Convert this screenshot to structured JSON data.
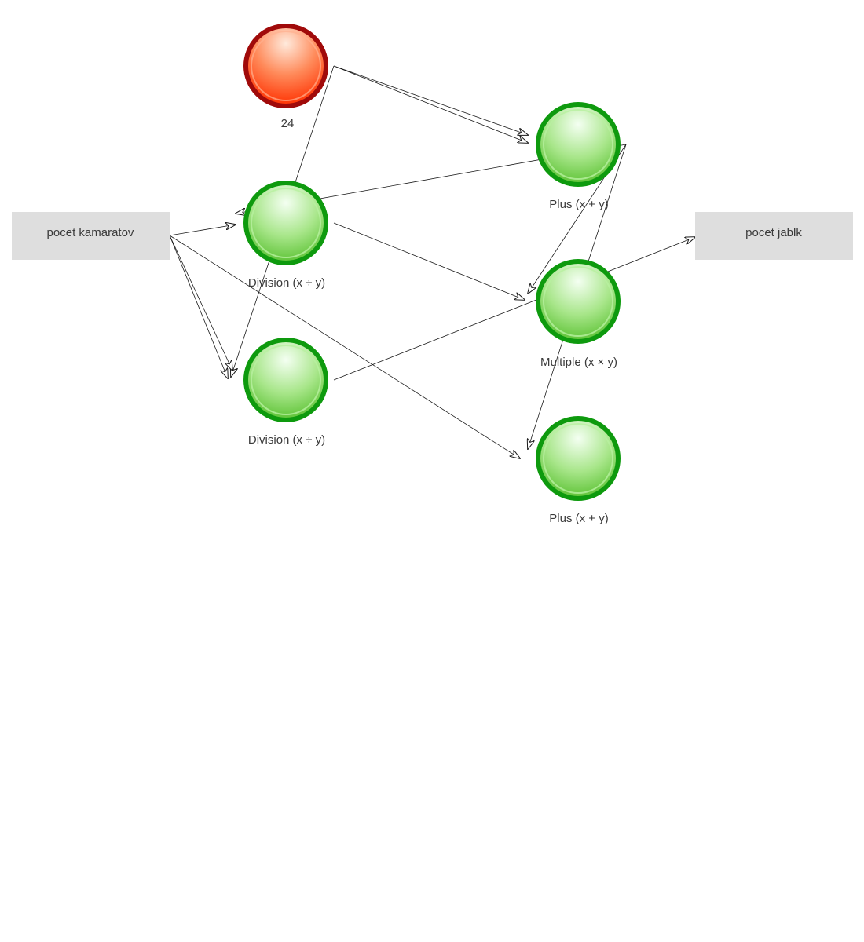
{
  "diagram": {
    "nodes": [
      {
        "id": "in_kamaratov",
        "kind": "io",
        "label": "pocet kamaratov"
      },
      {
        "id": "out_jablk",
        "kind": "io",
        "label": "pocet jablk"
      },
      {
        "id": "const_24",
        "kind": "constant",
        "label": "24"
      },
      {
        "id": "div1",
        "kind": "operation",
        "label": "Division (x ÷ y)"
      },
      {
        "id": "div2",
        "kind": "operation",
        "label": "Division (x ÷ y)"
      },
      {
        "id": "plus1",
        "kind": "operation",
        "label": "Plus (x + y)"
      },
      {
        "id": "mult1",
        "kind": "operation",
        "label": "Multiple (x × y)"
      },
      {
        "id": "plus2",
        "kind": "operation",
        "label": "Plus (x + y)"
      }
    ],
    "edges": [
      {
        "from": "const_24",
        "to": "plus1"
      },
      {
        "from": "const_24",
        "to": "plus1"
      },
      {
        "from": "const_24",
        "to": "div2"
      },
      {
        "from": "in_kamaratov",
        "to": "div1"
      },
      {
        "from": "in_kamaratov",
        "to": "div2"
      },
      {
        "from": "in_kamaratov",
        "to": "div2"
      },
      {
        "from": "in_kamaratov",
        "to": "plus2"
      },
      {
        "from": "plus1",
        "to": "div1"
      },
      {
        "from": "plus1",
        "to": "mult1"
      },
      {
        "from": "plus1",
        "to": "plus2"
      },
      {
        "from": "div1",
        "to": "mult1"
      },
      {
        "from": "div2",
        "to": "out_jablk"
      }
    ],
    "colors": {
      "operation_fill_top": "#f2fff0",
      "operation_fill_bottom": "#6fcf45",
      "operation_ring": "#0e9a0e",
      "constant_fill_top": "#ffe6d6",
      "constant_fill_bottom": "#ff3a0a",
      "constant_ring": "#a00a0a",
      "io_box": "#dedede",
      "edge": "#1a1a1a"
    }
  }
}
